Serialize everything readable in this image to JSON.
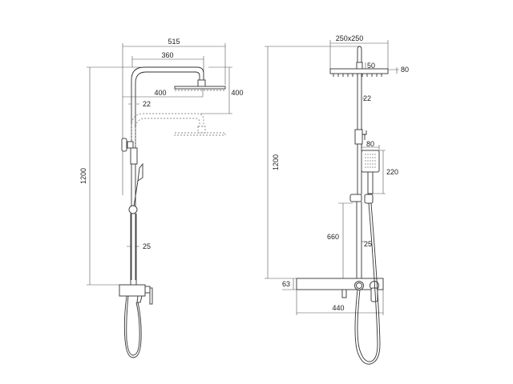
{
  "side_view": {
    "dimensions": {
      "overall_reach": "515",
      "arm_length": "360",
      "height": "1200",
      "head_drop_width": "400",
      "height_adjust": "400",
      "upper_pipe_diameter": "22",
      "lower_pipe_diameter": "25"
    }
  },
  "front_view": {
    "dimensions": {
      "head_size": "250x250",
      "head_connector": "50",
      "head_thickness": "80",
      "height": "1200",
      "upper_pipe_diameter": "22",
      "hand_shower_width": "80",
      "hand_shower_length": "220",
      "slider_height": "660",
      "lower_pipe_diameter": "25",
      "shelf_height": "63",
      "shelf_width": "440"
    }
  }
}
